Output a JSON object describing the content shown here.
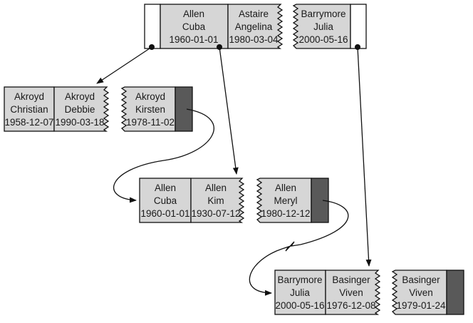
{
  "nodes": {
    "root": {
      "cells": [
        [
          "Allen",
          "Cuba",
          "1960-01-01"
        ],
        [
          "Astaire",
          "Angelina",
          "1980-03-04"
        ],
        [
          "Barrymore",
          "Julia",
          "2000-05-16"
        ]
      ]
    },
    "leaf_a": {
      "cells": [
        [
          "Akroyd",
          "Christian",
          "1958-12-07"
        ],
        [
          "Akroyd",
          "Debbie",
          "1990-03-18"
        ],
        [
          "Akroyd",
          "Kirsten",
          "1978-11-02"
        ]
      ]
    },
    "leaf_b": {
      "cells": [
        [
          "Allen",
          "Cuba",
          "1960-01-01"
        ],
        [
          "Allen",
          "Kim",
          "1930-07-12"
        ],
        [
          "Allen",
          "Meryl",
          "1980-12-12"
        ]
      ]
    },
    "leaf_c": {
      "cells": [
        [
          "Barrymore",
          "Julia",
          "2000-05-16"
        ],
        [
          "Basinger",
          "Viven",
          "1976-12-08"
        ],
        [
          "Basinger",
          "Viven",
          "1979-01-24"
        ]
      ]
    }
  },
  "colors": {
    "cell_fill": "#d6d6d6",
    "pointer_fill": "#595959",
    "stroke": "#111111",
    "empty_fill": "#ffffff"
  }
}
